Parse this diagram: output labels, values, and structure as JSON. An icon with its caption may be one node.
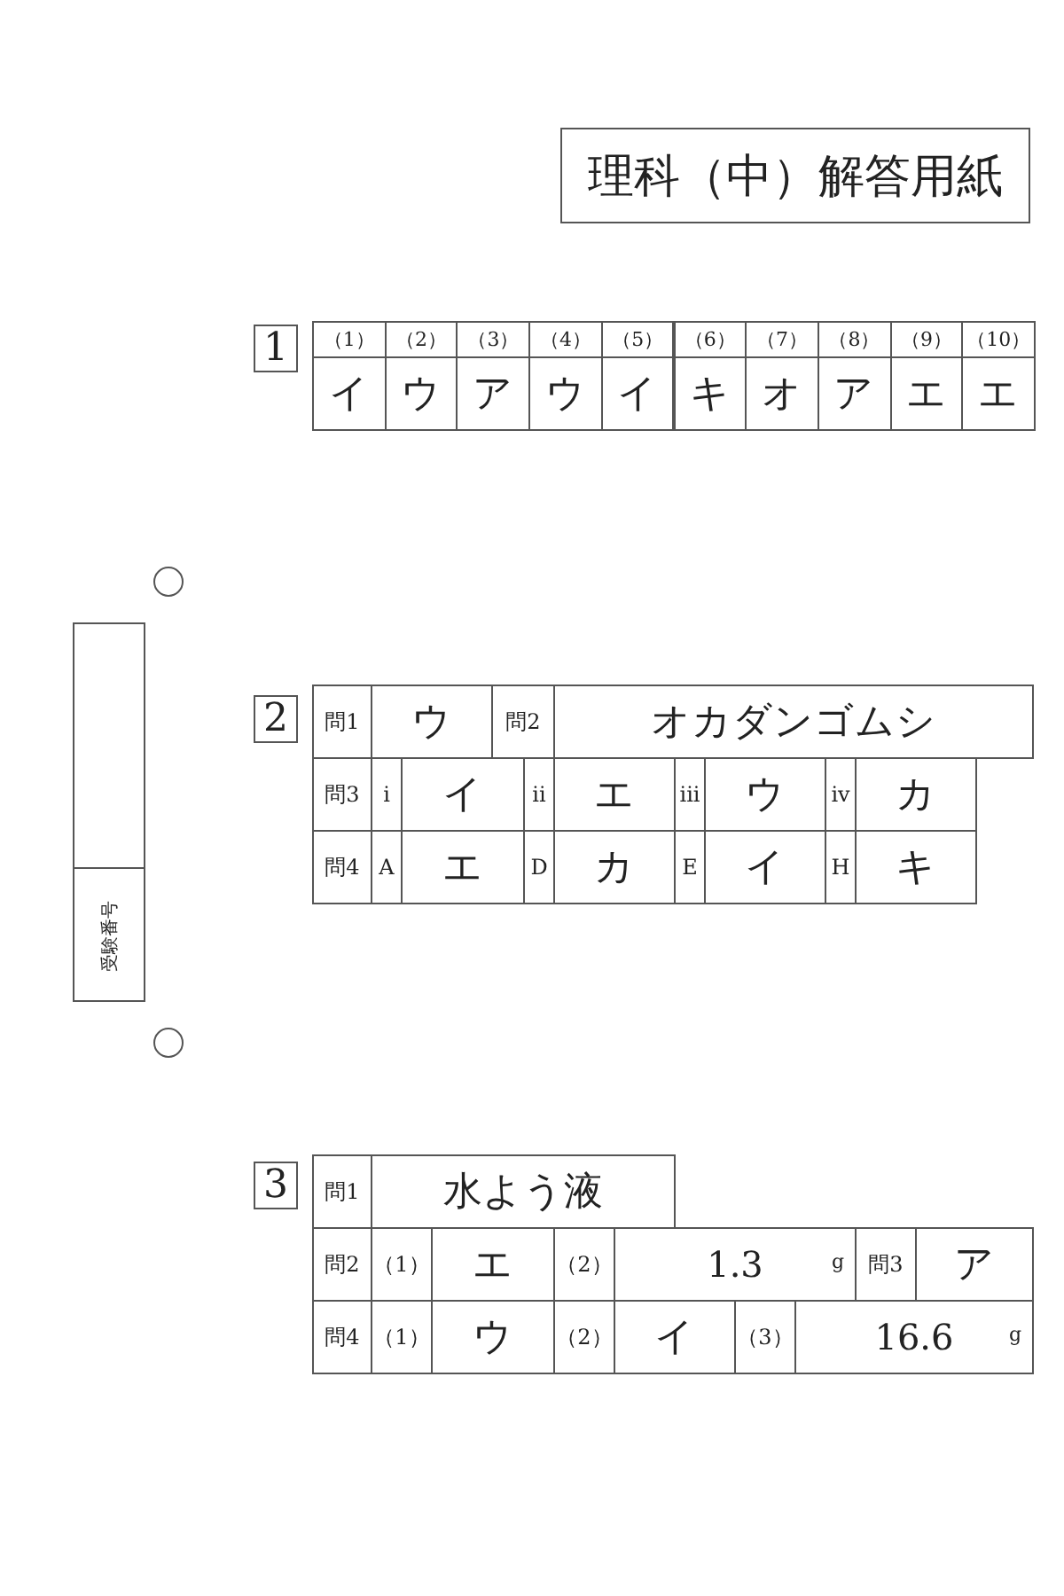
{
  "diagram": {
    "title": "理科（中）解答用紙",
    "nodes": [
      {
        "text": [
          "1"
        ]
      },
      {
        "text": [
          "受験番号"
        ]
      },
      {
        "text": [
          "2"
        ]
      },
      {
        "text": [
          "3"
        ]
      }
    ],
    "labels": [
      "（1）",
      "（2）",
      "（3）",
      "（4）",
      "（5）",
      "（6）",
      "（7）",
      "（8）",
      "（9）",
      "（10）",
      "イ",
      "ウ",
      "ア",
      "ウ",
      "イ",
      "キ",
      "オ",
      "ア",
      "エ",
      "エ",
      "問1",
      "ウ",
      "問2",
      "オカダンゴムシ",
      "問3",
      "i",
      "イ",
      "ii",
      "エ",
      "iii",
      "ウ",
      "iv",
      "カ",
      "問4",
      "A",
      "エ",
      "D",
      "カ",
      "E",
      "イ",
      "H",
      "キ",
      "問1",
      "水よう液",
      "問2",
      "（1）",
      "エ",
      "（2）",
      "1.3",
      "g",
      "問3",
      "ア",
      "問4",
      "（1）",
      "ウ",
      "（2）",
      "イ",
      "（3）",
      "16.6",
      "g"
    ]
  }
}
